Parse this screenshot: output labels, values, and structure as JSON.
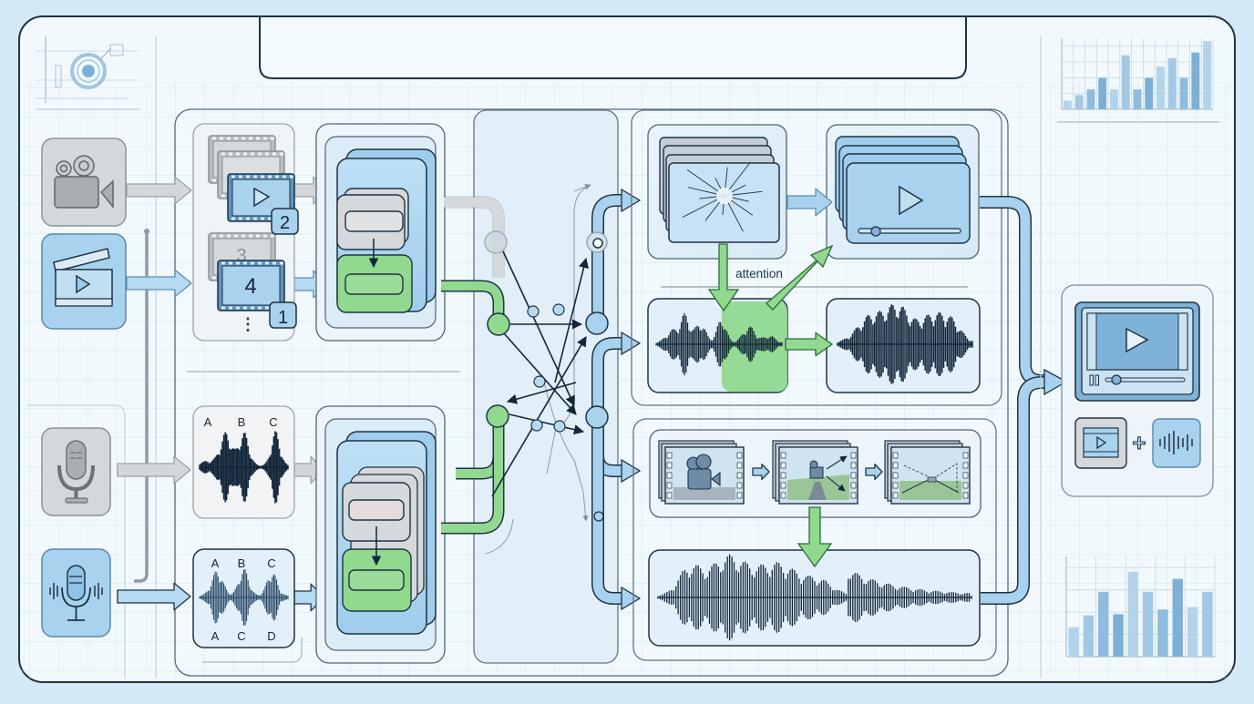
{
  "diagram": {
    "title_banner": "",
    "colors": {
      "background": "#d3e9f6",
      "canvas": "#f1f9fd",
      "outline": "#1f3344",
      "grid": "#d2e1ea",
      "gray_fill": "#d6d9dc",
      "gray_stroke": "#8c949b",
      "blue_fill": "#a9d3ef",
      "blue_light": "#cfe6f6",
      "blue_deep": "#6fa5cf",
      "green_fill": "#90d98f",
      "green_stroke": "#2d6b3a",
      "wave": "#13263a"
    },
    "inputs": [
      {
        "id": "video-camera-input",
        "icon": "video-camera-icon",
        "variant": "gray"
      },
      {
        "id": "video-clip-input",
        "icon": "clapperboard-icon",
        "variant": "blue"
      },
      {
        "id": "microphone-input",
        "icon": "microphone-icon",
        "variant": "gray"
      },
      {
        "id": "voice-input",
        "icon": "microphone-waves-icon",
        "variant": "blue"
      }
    ],
    "frame_stacks": {
      "top_badge": "2",
      "bottom_ghost_number": "3",
      "bottom_front_number": "4",
      "bottom_badge": "1",
      "ellipsis": "⋮"
    },
    "audio_segments": {
      "plain_labels": [
        "A",
        "B",
        "C"
      ],
      "shuffled_top_labels": [
        "A",
        "B",
        "C"
      ],
      "shuffled_bottom_labels": [
        "A",
        "C",
        "D"
      ]
    },
    "fusion": {
      "attention_label": "attention"
    },
    "outputs": {
      "final_icon": "video-player-icon",
      "combine_symbol": "+"
    },
    "mini_charts": {
      "top_left": "radial-target-chart",
      "top_right_values": [
        1.5,
        2.5,
        3.5,
        5.5,
        3.5,
        9.5,
        3.5,
        5.5,
        7.5,
        9,
        5.5,
        10,
        12
      ],
      "bottom_right_values": [
        2.5,
        3.5,
        5.5,
        3.6,
        7.2,
        5.5,
        4,
        6.6,
        4.2,
        5.5
      ]
    }
  }
}
